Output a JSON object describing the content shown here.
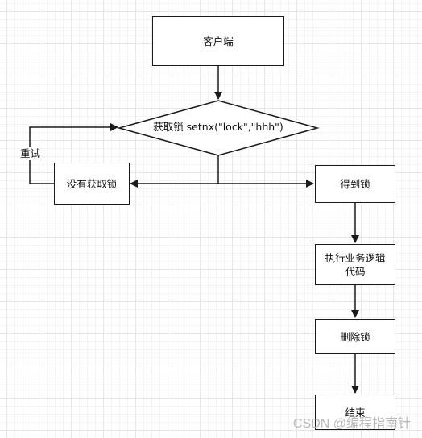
{
  "diagram": {
    "nodes": {
      "client": "客户端",
      "acquire_lock": "获取锁 setnx(\"lock\",\"hhh\")",
      "lock_not_acquired": "没有获取锁",
      "lock_acquired": "得到锁",
      "execute_logic": "执行业务逻辑代码",
      "delete_lock": "删除锁",
      "end": "结束"
    },
    "edge_labels": {
      "retry": "重试"
    }
  },
  "watermark": "CSDN @编程指南针"
}
